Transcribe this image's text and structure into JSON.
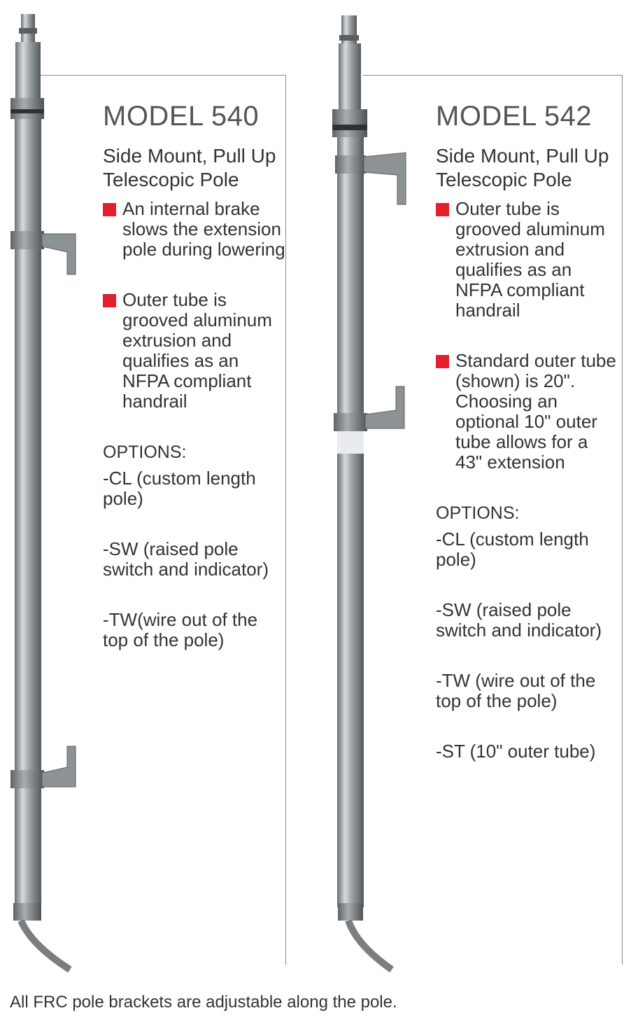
{
  "models": [
    {
      "title": "MODEL 540",
      "subtitle": "Side Mount, Pull Up Telescopic Pole",
      "bullet_color": "#e2202c",
      "bullets": [
        "An internal brake slows the extension pole during lowering",
        "Outer tube is grooved aluminum extrusion and qualifies as an NFPA compliant handrail"
      ],
      "options_heading": "OPTIONS:",
      "options": [
        "-CL (custom length pole)",
        "-SW (raised pole switch and indicator)",
        "-TW(wire out of the top of the pole)"
      ]
    },
    {
      "title": "MODEL 542",
      "subtitle": "Side Mount, Pull Up Telescopic Pole",
      "bullet_color": "#e2202c",
      "bullets": [
        "Outer tube is grooved aluminum extrusion and qualifies as an NFPA compliant handrail",
        "Standard outer tube (shown) is 20\". Choosing an optional 10\" outer tube allows for a 43\" extension"
      ],
      "options_heading": "OPTIONS:",
      "options": [
        "-CL (custom length pole)",
        "-SW (raised pole switch and indicator)",
        "-TW (wire out of the top of the pole)",
        "-ST (10\" outer tube)"
      ]
    }
  ],
  "footer": "All FRC pole brackets are adjustable along the pole."
}
